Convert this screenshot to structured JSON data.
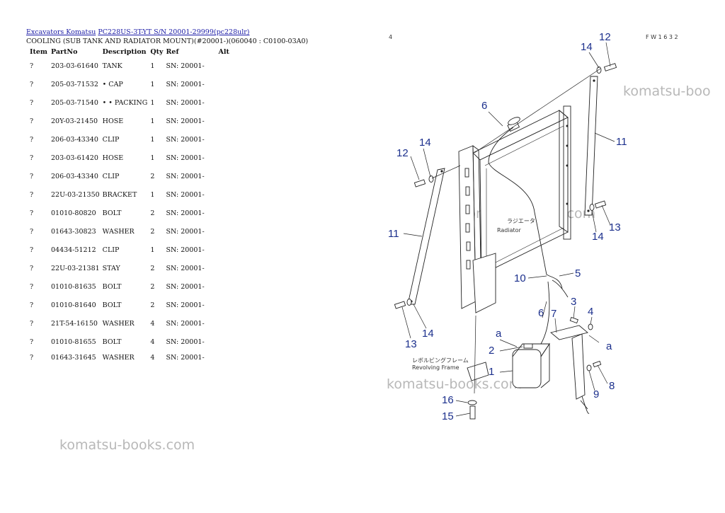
{
  "breadcrumb": {
    "links": [
      "Excavators Komatsu",
      "PC228US-3T-YT S/N 20001-29999(pc228ulr)"
    ]
  },
  "page_title": "COOLING (SUB TANK AND RADIATOR MOUNT)(#20001-)(060040 : C0100-03A0)",
  "table": {
    "headers": [
      "Item",
      "PartNo",
      "Description",
      "Qty",
      "Ref",
      "Alt"
    ],
    "rows": [
      [
        "?",
        "203-03-61640",
        "TANK",
        "1",
        "SN: 20001-",
        ""
      ],
      [
        "?",
        "205-03-71532",
        "• CAP",
        "1",
        "SN: 20001-",
        ""
      ],
      [
        "?",
        "205-03-71540",
        "• • PACKING",
        "1",
        "SN: 20001-",
        ""
      ],
      [
        "?",
        "20Y-03-21450",
        "HOSE",
        "1",
        "SN: 20001-",
        ""
      ],
      [
        "?",
        "206-03-43340",
        "CLIP",
        "1",
        "SN: 20001-",
        ""
      ],
      [
        "?",
        "203-03-61420",
        "HOSE",
        "1",
        "SN: 20001-",
        ""
      ],
      [
        "?",
        "206-03-43340",
        "CLIP",
        "2",
        "SN: 20001-",
        ""
      ],
      [
        "?",
        "22U-03-21350",
        "BRACKET",
        "1",
        "SN: 20001-",
        ""
      ],
      [
        "?",
        "01010-80820",
        "BOLT",
        "2",
        "SN: 20001-",
        ""
      ],
      [
        "?",
        "01643-30823",
        "WASHER",
        "2",
        "SN: 20001-",
        ""
      ],
      [
        "?",
        "04434-51212",
        "CLIP",
        "1",
        "SN: 20001-",
        ""
      ],
      [
        "?",
        "22U-03-21381",
        "STAY",
        "2",
        "SN: 20001-",
        ""
      ],
      [
        "?",
        "01010-81635",
        "BOLT",
        "2",
        "SN: 20001-",
        ""
      ],
      [
        "?",
        "01010-81640",
        "BOLT",
        "2",
        "SN: 20001-",
        ""
      ],
      [
        "?",
        "21T-54-16150",
        "WASHER",
        "4",
        "SN: 20001-",
        ""
      ],
      [
        "?",
        "01010-81655",
        "BOLT",
        "4",
        "SN: 20001-",
        ""
      ],
      [
        "?",
        "01643-31645",
        "WASHER",
        "4",
        "SN: 20001-",
        ""
      ]
    ]
  },
  "watermark": "komatsu-books.com",
  "watermark_partial": "komatsu-boo",
  "diagram": {
    "sheet_code": "F W 1 6 3 2",
    "corner_mark": "4",
    "radiator_label_jp": "ラジエータ",
    "radiator_label_en": "Radiator",
    "frame_label_jp": "レボルビングフレーム",
    "frame_label_en": "Revolving Frame",
    "ref_a": "a",
    "callouts": [
      "1",
      "2",
      "3",
      "4",
      "5",
      "6",
      "7",
      "8",
      "9",
      "10",
      "11",
      "12",
      "13",
      "14",
      "15",
      "16"
    ]
  }
}
